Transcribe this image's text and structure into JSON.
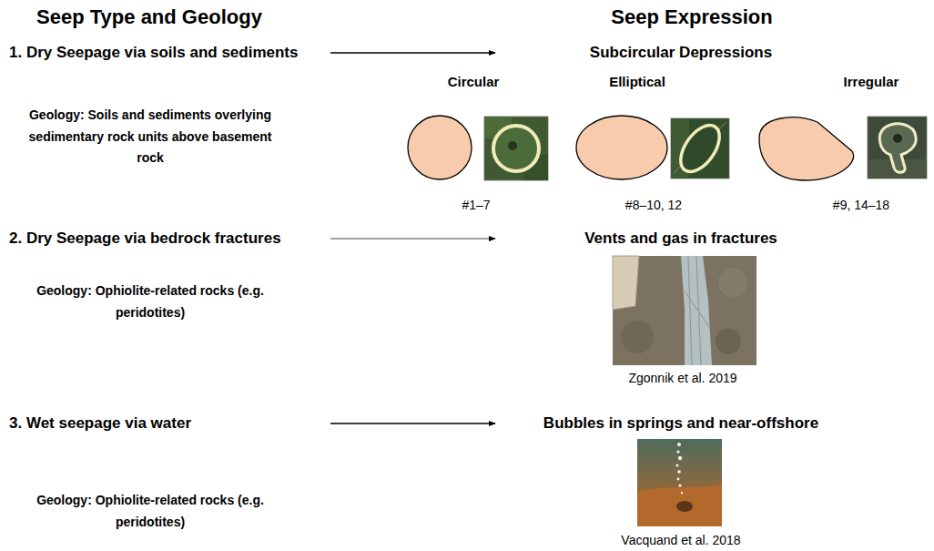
{
  "diagram": {
    "nodes": [
      {
        "text": [
          "1. Dry Seepage via soils and sediments"
        ]
      },
      {
        "text": [
          "Subcircular Depressions"
        ]
      },
      {
        "text": [
          "2. Dry Seepage via bedrock fractures"
        ]
      },
      {
        "text": [
          "Vents and gas in fractures"
        ]
      },
      {
        "text": [
          "3. Wet seepage via water"
        ]
      },
      {
        "text": [
          "Bubbles in springs and near-offshore"
        ]
      }
    ],
    "edges": [
      {
        "from": 0,
        "to": 1,
        "arrow": "to"
      },
      {
        "from": 2,
        "to": 3,
        "arrow": "to"
      },
      {
        "from": 4,
        "to": 5,
        "arrow": "to"
      }
    ],
    "labels": [
      "Seep Type and Geology",
      "Seep Expression",
      "Geology: Soils and sediments overlying sedimentary rock units above basement rock",
      "Circular",
      "Elliptical",
      "Irregular",
      "#1–7",
      "#8–10, 12",
      "#9, 14–18",
      "Geology: Ophiolite-related rocks (e.g. peridotites)",
      "Zgonnik et al. 2019",
      "Geology: Ophiolite-related rocks (e.g. peridotites)",
      "Vacquand et al. 2018"
    ]
  }
}
